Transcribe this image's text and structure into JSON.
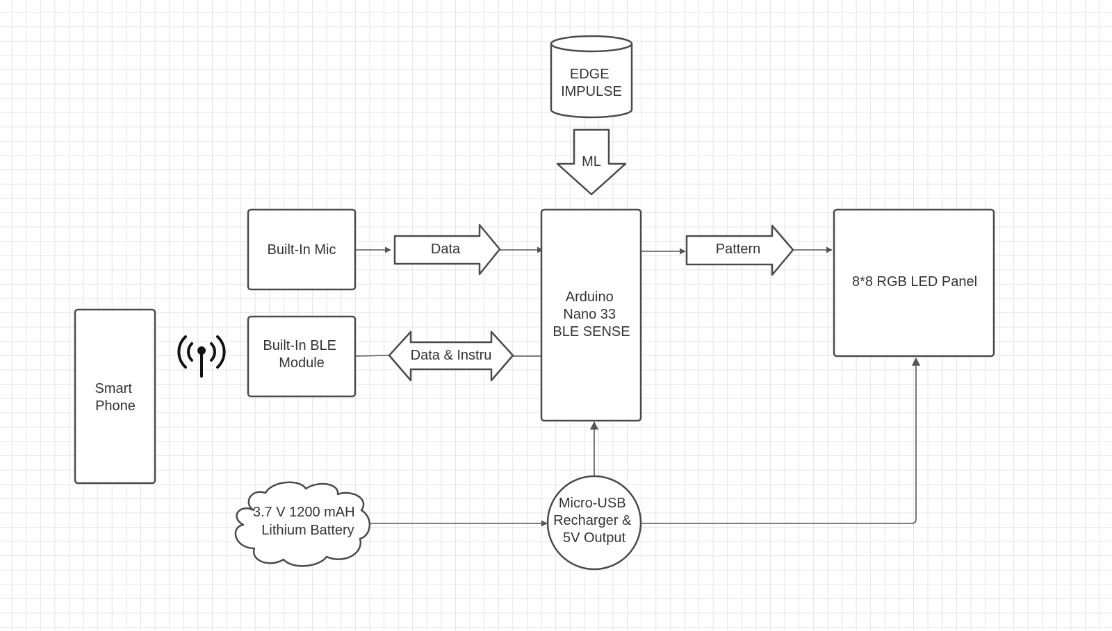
{
  "diagram": {
    "nodes": {
      "edge_impulse": {
        "lines": [
          "EDGE",
          "IMPULSE"
        ]
      },
      "ml": {
        "lines": [
          "ML"
        ]
      },
      "mic": {
        "lines": [
          "Built-In Mic"
        ]
      },
      "data_arrow": {
        "lines": [
          "Data"
        ]
      },
      "arduino": {
        "lines": [
          "Arduino",
          "Nano 33",
          "BLE SENSE"
        ]
      },
      "pattern_arrow": {
        "lines": [
          "Pattern"
        ]
      },
      "led_panel": {
        "lines": [
          "8*8 RGB LED Panel"
        ]
      },
      "ble": {
        "lines": [
          "Built-In BLE",
          "Module"
        ]
      },
      "data_instru": {
        "lines": [
          "Data & Instru"
        ]
      },
      "phone": {
        "lines": [
          "Smart",
          "Phone"
        ]
      },
      "battery": {
        "lines": [
          "3.7 V 1200 mAH",
          "Lithium Battery"
        ]
      },
      "usb": {
        "lines": [
          "Micro-USB",
          "Recharger &",
          "5V Output"
        ]
      }
    },
    "icons": {
      "antenna": "wireless-antenna-icon"
    },
    "colors": {
      "stroke": "#4a4a4a",
      "connector": "#555555",
      "text": "#333333",
      "grid": "#e4e4e4"
    }
  }
}
